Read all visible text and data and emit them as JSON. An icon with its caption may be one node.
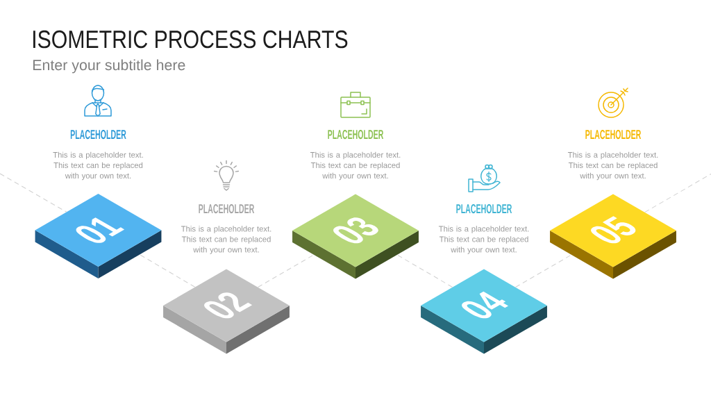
{
  "diagram": {
    "title": "ISOMETRIC PROCESS CHARTS",
    "nodes": [
      {
        "text": [
          "01"
        ],
        "beside": [
          "PLACEHOLDER",
          "This is a placeholder text. This text can be replaced with your own text."
        ]
      },
      {
        "text": [
          "02"
        ],
        "beside": [
          "PLACEHOLDER",
          "This is a placeholder text. This text can be replaced with your own text."
        ]
      },
      {
        "text": [
          "03"
        ],
        "beside": [
          "PLACEHOLDER",
          "This is a placeholder text. This text can be replaced with your own text."
        ]
      },
      {
        "text": [
          "04"
        ],
        "beside": [
          "PLACEHOLDER",
          "This is a placeholder text. This text can be replaced with your own text."
        ]
      },
      {
        "text": [
          "05"
        ],
        "beside": [
          "PLACEHOLDER",
          "This is a placeholder text. This text can be replaced with your own text."
        ]
      }
    ],
    "edges": [
      {
        "from": null,
        "to": 0,
        "arrow": "none",
        "style": "dashed"
      },
      {
        "from": 0,
        "to": 1,
        "arrow": "none",
        "style": "dashed"
      },
      {
        "from": 1,
        "to": 2,
        "arrow": "none",
        "style": "dashed"
      },
      {
        "from": 2,
        "to": 3,
        "arrow": "none",
        "style": "dashed"
      },
      {
        "from": 3,
        "to": 4,
        "arrow": "none",
        "style": "dashed"
      },
      {
        "from": 4,
        "to": null,
        "arrow": "none",
        "style": "dashed"
      }
    ],
    "labels": [
      "Enter your subtitle here"
    ]
  }
}
